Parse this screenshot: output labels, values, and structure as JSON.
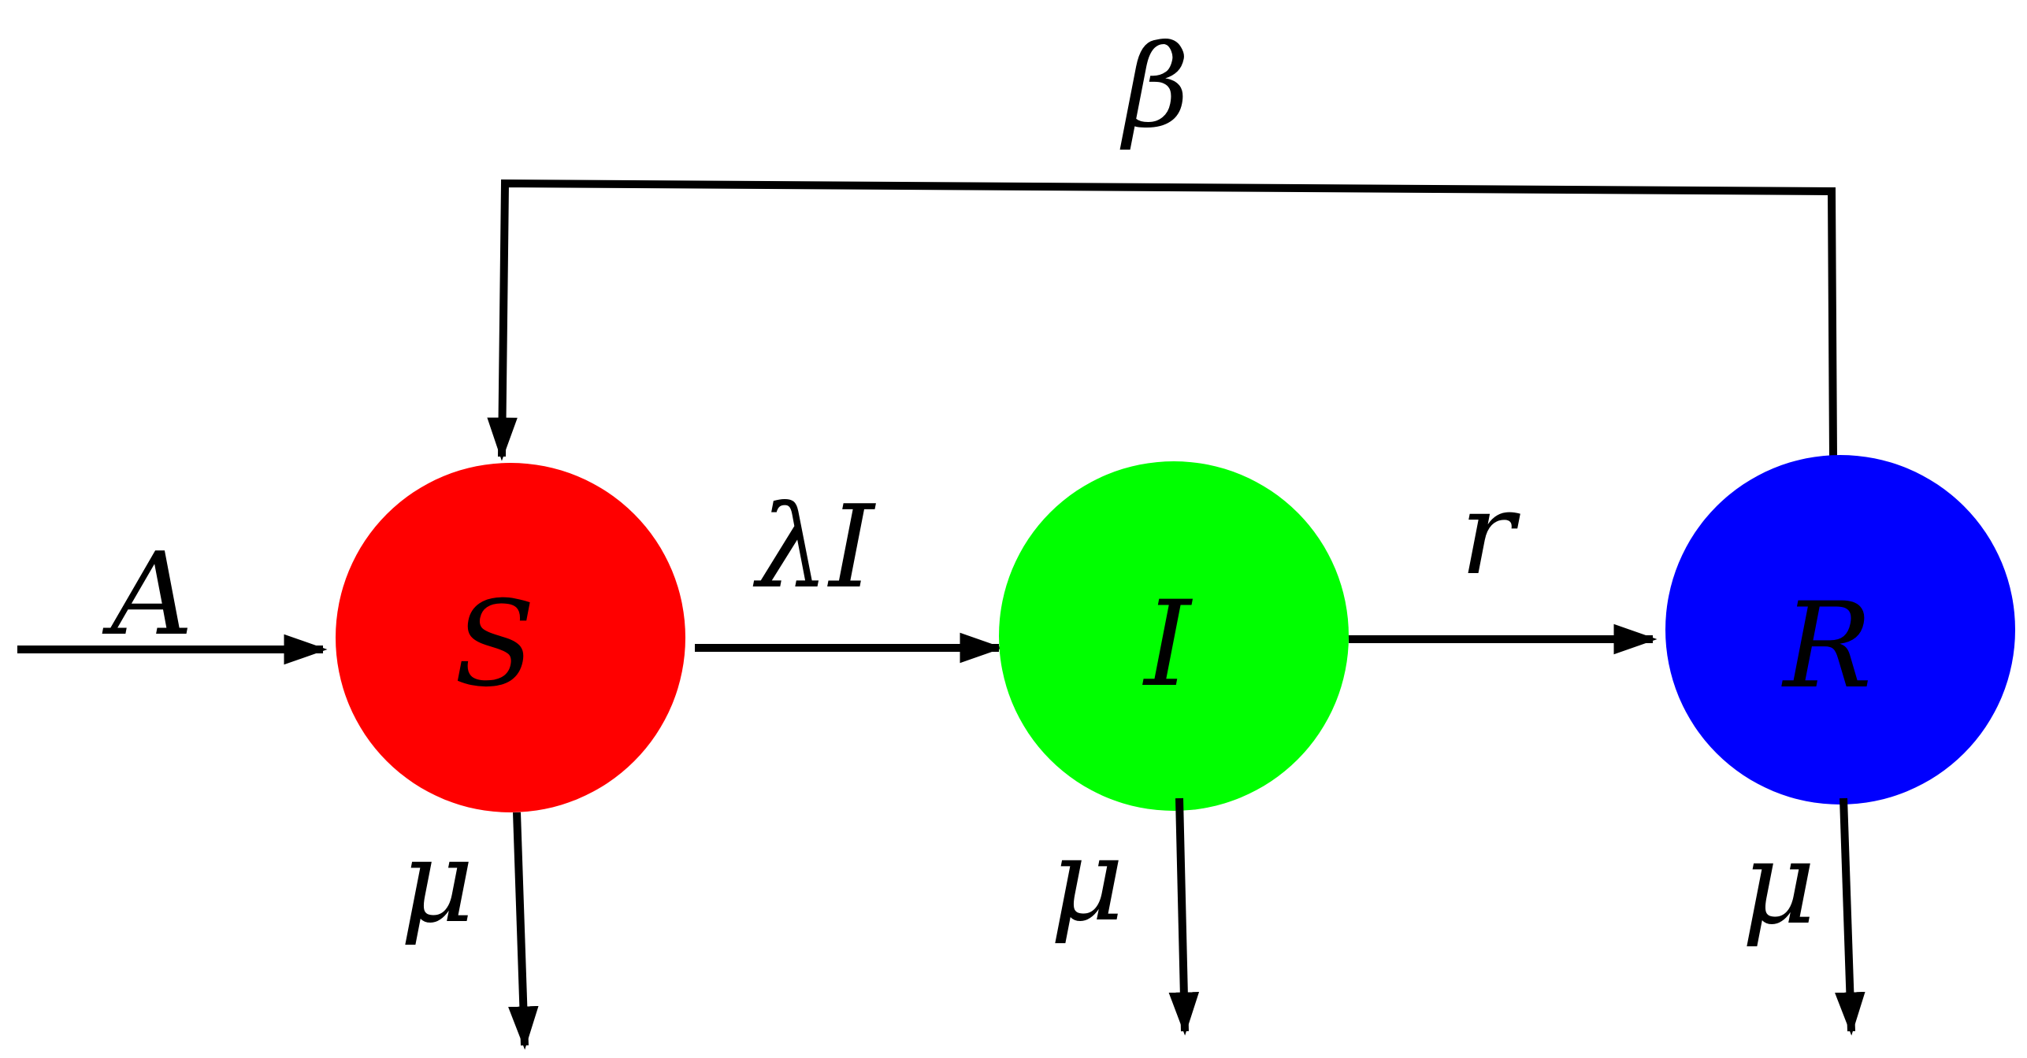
{
  "nodes": {
    "S": {
      "label": "S",
      "color": "#ff0000"
    },
    "I": {
      "label": "I",
      "color": "#00ff00"
    },
    "R": {
      "label": "R",
      "color": "#0000ff"
    }
  },
  "edges": {
    "birth": {
      "label": "A"
    },
    "infection": {
      "label": "λI"
    },
    "recovery": {
      "label": "r"
    },
    "loss_of_immunity": {
      "label": "β"
    },
    "death_S": {
      "label": "μ"
    },
    "death_I": {
      "label": "μ"
    },
    "death_R": {
      "label": "μ"
    }
  },
  "colors": {
    "arrow": "#000000",
    "background": "#ffffff"
  }
}
